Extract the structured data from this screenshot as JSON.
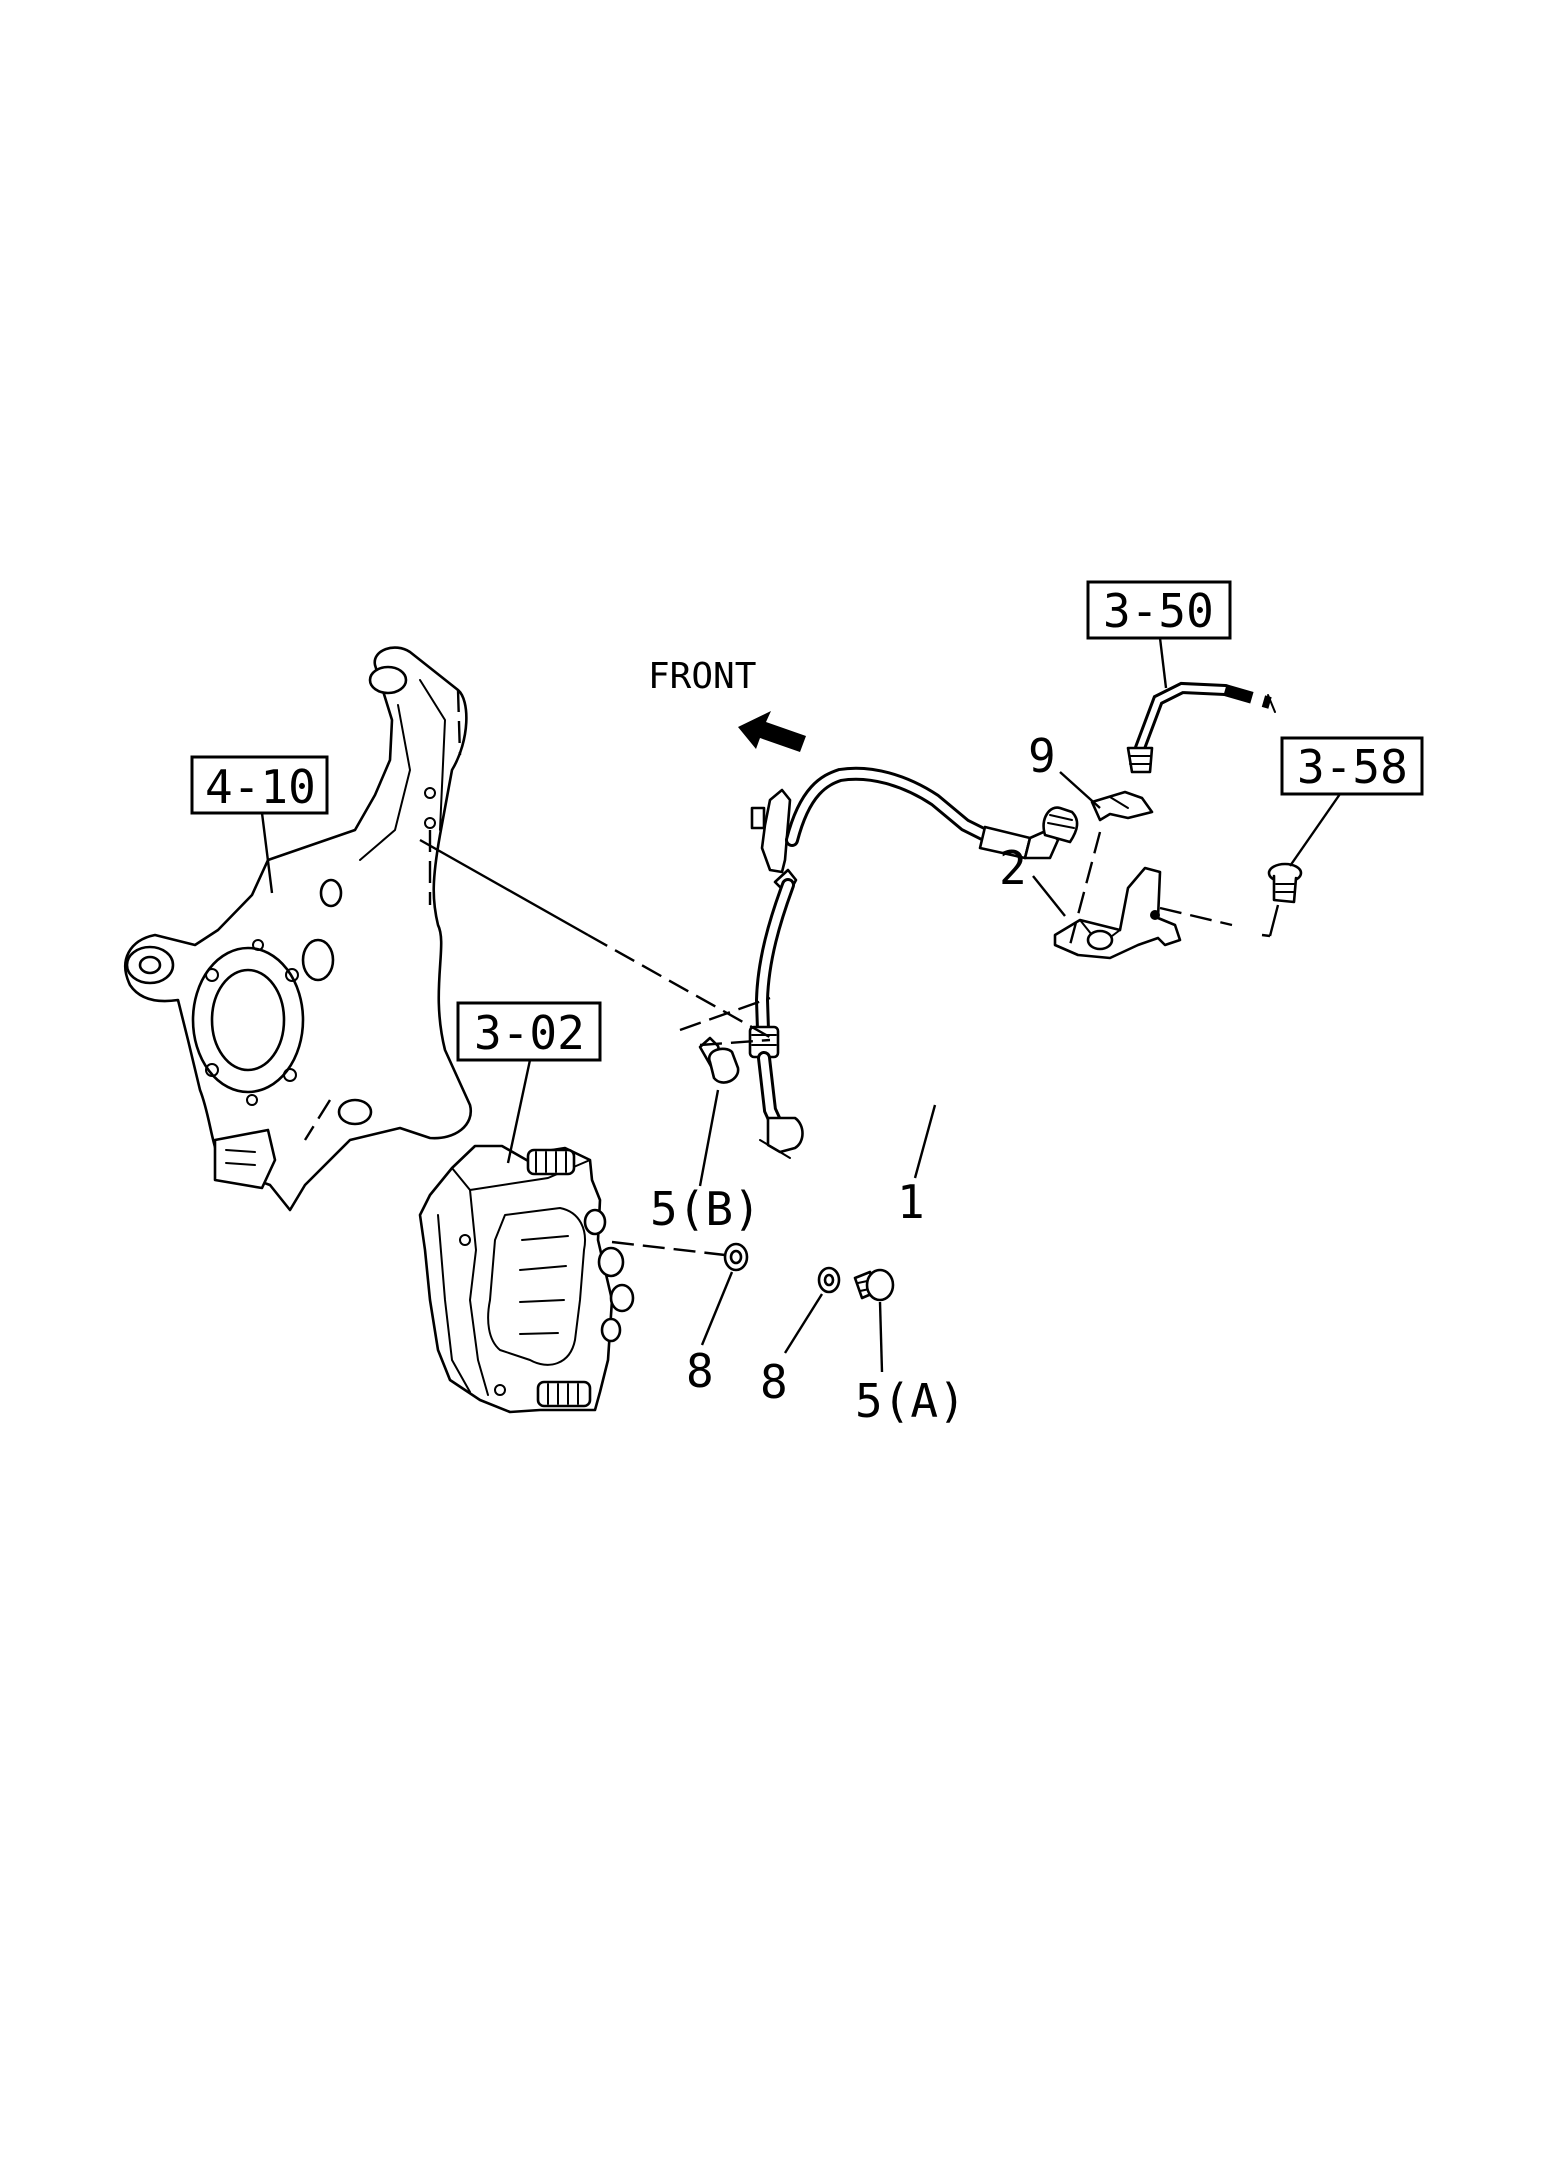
{
  "diagram": {
    "direction_label": "FRONT",
    "ref_boxes": {
      "knuckle": "4-10",
      "caliper": "3-02",
      "brake_pipe": "3-50",
      "bracket_bolt": "3-58"
    },
    "callouts": {
      "hose": "1",
      "bracket": "2",
      "clip": "9",
      "bolt_b": "5(B)",
      "bolt_a": "5(A)",
      "washer_left": "8",
      "washer_right": "8"
    }
  }
}
